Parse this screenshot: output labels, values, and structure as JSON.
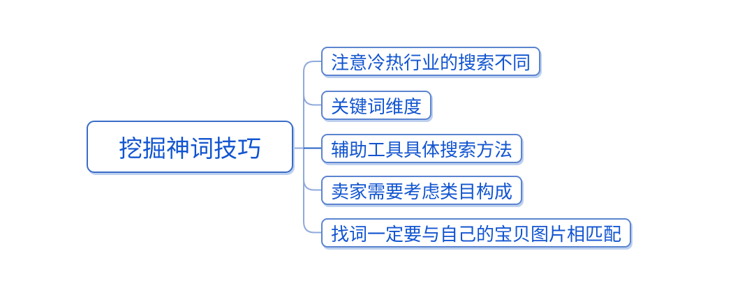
{
  "mindmap": {
    "root": {
      "label": "挖掘神词技巧"
    },
    "children": [
      {
        "label": "注意冷热行业的搜索不同"
      },
      {
        "label": "关键词维度"
      },
      {
        "label": "辅助工具具体搜索方法"
      },
      {
        "label": "卖家需要考虑类目构成"
      },
      {
        "label": "找词一定要与自己的宝贝图片相匹配"
      }
    ]
  },
  "colors": {
    "background": "#ffffff",
    "root_border": "#3a6cc8",
    "child_border": "#5b84cf",
    "text": "#1255d0",
    "connector_light": "#8fa9dc",
    "connector_dark": "#2760c4",
    "shadow": "#bdd0ef"
  }
}
